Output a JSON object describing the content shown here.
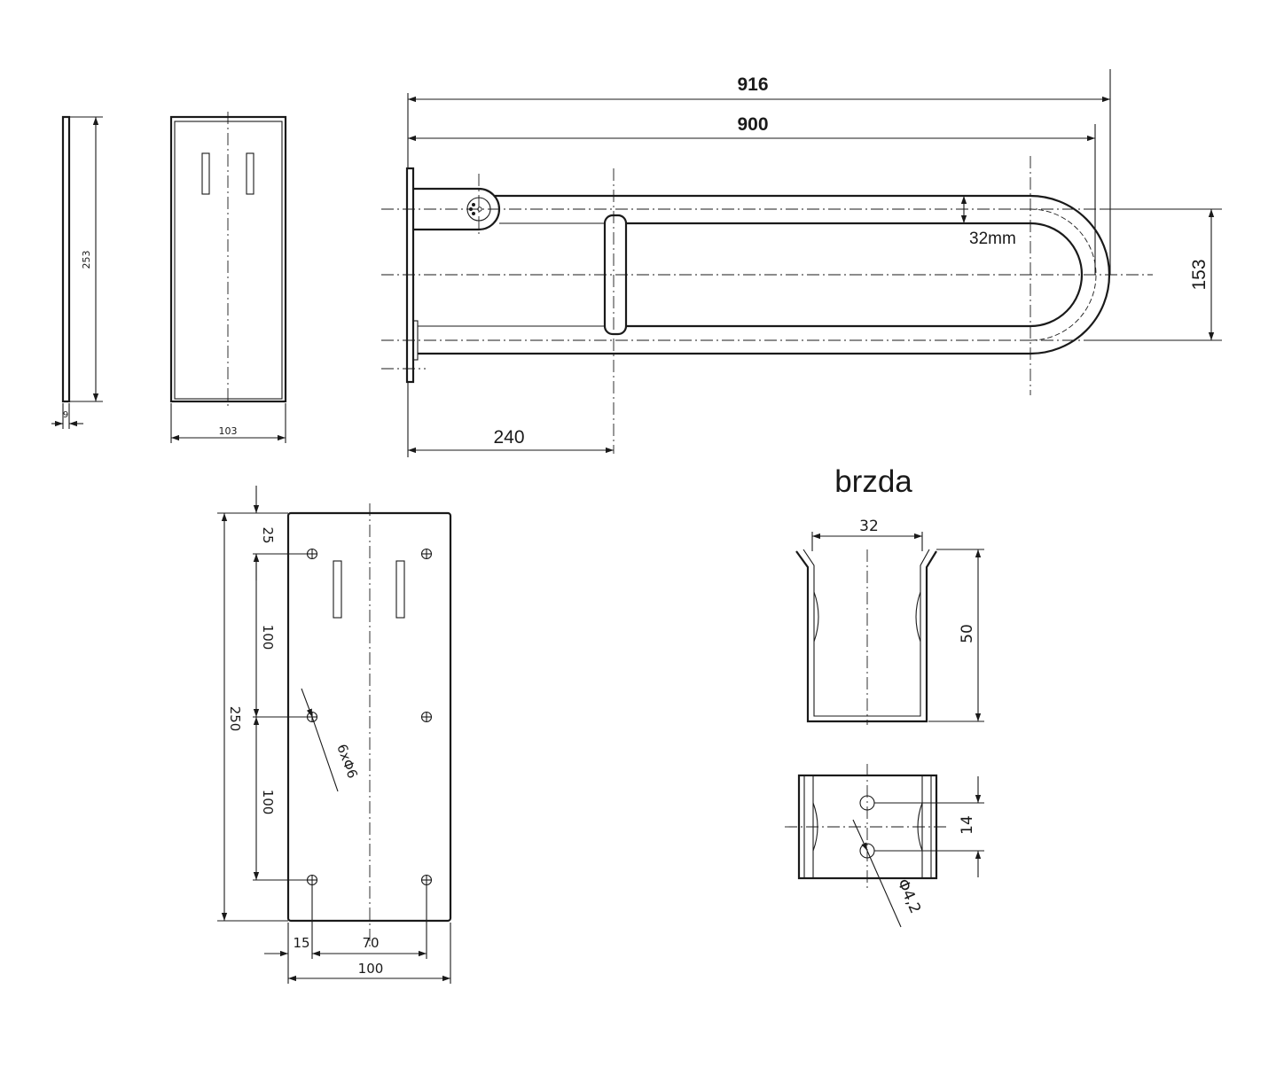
{
  "side_view": {
    "height": "253",
    "thickness": "9"
  },
  "front_view": {
    "width": "103"
  },
  "bar_view": {
    "overall_length": "916",
    "length": "900",
    "tube_diameter": "32mm",
    "height": "153",
    "pivot_distance": "240"
  },
  "plate_view": {
    "top_offset": "25",
    "hole_spacing_1": "100",
    "hole_spacing_2": "100",
    "total_height": "250",
    "holes": "6xΦ6",
    "edge_offset": "15",
    "hole_pitch": "70",
    "width": "100"
  },
  "brake": {
    "title": "brzda",
    "width": "32",
    "height": "50",
    "hole_spacing": "14",
    "hole_diameter": "Φ4,2"
  }
}
